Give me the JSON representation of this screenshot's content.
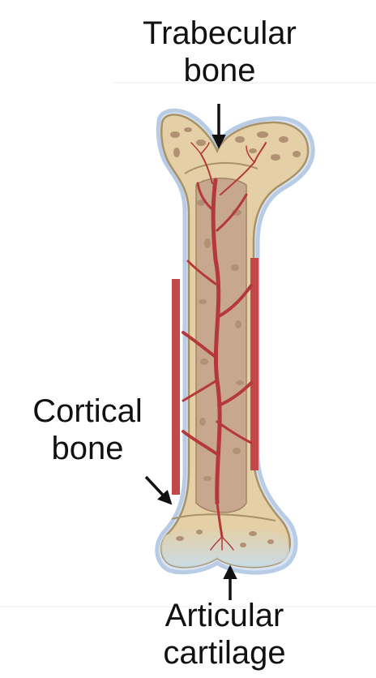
{
  "labels": {
    "trabecular_line1": "Trabecular",
    "trabecular_line2": "bone",
    "cortical_line1": "Cortical",
    "cortical_line2": "bone",
    "articular_line1": "Articular",
    "articular_line2": "cartilage"
  },
  "colors": {
    "bone": "#E4CFA6",
    "bone_outline": "#A89268",
    "marrow": "#C7A88E",
    "trabecular_spots": "#B19174",
    "periosteum_blue": "#B9CCE6",
    "vessel": "#B5383B",
    "cortical_band": "#C2484A",
    "articular_cartilage": "#CFE2F0",
    "arrow": "#111111"
  },
  "icons": {
    "trabecular_arrow": "arrow-down-icon",
    "cortical_arrow": "arrow-down-right-icon",
    "articular_arrow": "arrow-up-icon"
  }
}
